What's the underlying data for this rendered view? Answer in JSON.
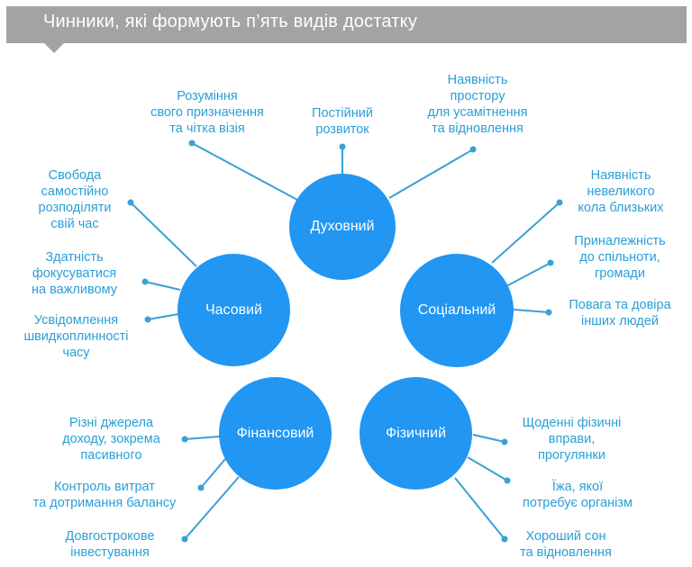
{
  "header": {
    "title": "Чинники, які формують п’ять видів достатку"
  },
  "colors": {
    "circle": "#2196f3",
    "line": "#3aa0d5",
    "label": "#2a9fd6",
    "banner": "#a3a3a3"
  },
  "nodes": {
    "spiritual": {
      "label": "Духовний",
      "factors": [
        "Розуміння\nсвого призначення\nта чітка візія",
        "Постійний\nрозвиток",
        "Наявність\nпростору\nдля усамітнення\nта відновлення"
      ]
    },
    "time": {
      "label": "Часовий",
      "factors": [
        "Свобода\nсамостійно\nрозподіляти\nсвій час",
        "Здатність\nфокусуватися\nна важливому",
        "Усвідомлення\nшвидкоплинності\nчасу"
      ]
    },
    "social": {
      "label": "Соціальний",
      "factors": [
        "Наявність\nневеликого\nкола близьких",
        "Приналежність\nдо спільноти,\nгромади",
        "Повага та довіра\nінших людей"
      ]
    },
    "financial": {
      "label": "Фінансовий",
      "factors": [
        "Різні джерела\nдоходу, зокрема\nпасивного",
        "Контроль витрат\nта дотримання балансу",
        "Довгострокове\nінвестування"
      ]
    },
    "physical": {
      "label": "Фізичний",
      "factors": [
        "Щоденні фізичні\nвправи,\nпрогулянки",
        "Їжа, якої\nпотребує організм",
        "Хороший сон\nта відновлення"
      ]
    }
  }
}
